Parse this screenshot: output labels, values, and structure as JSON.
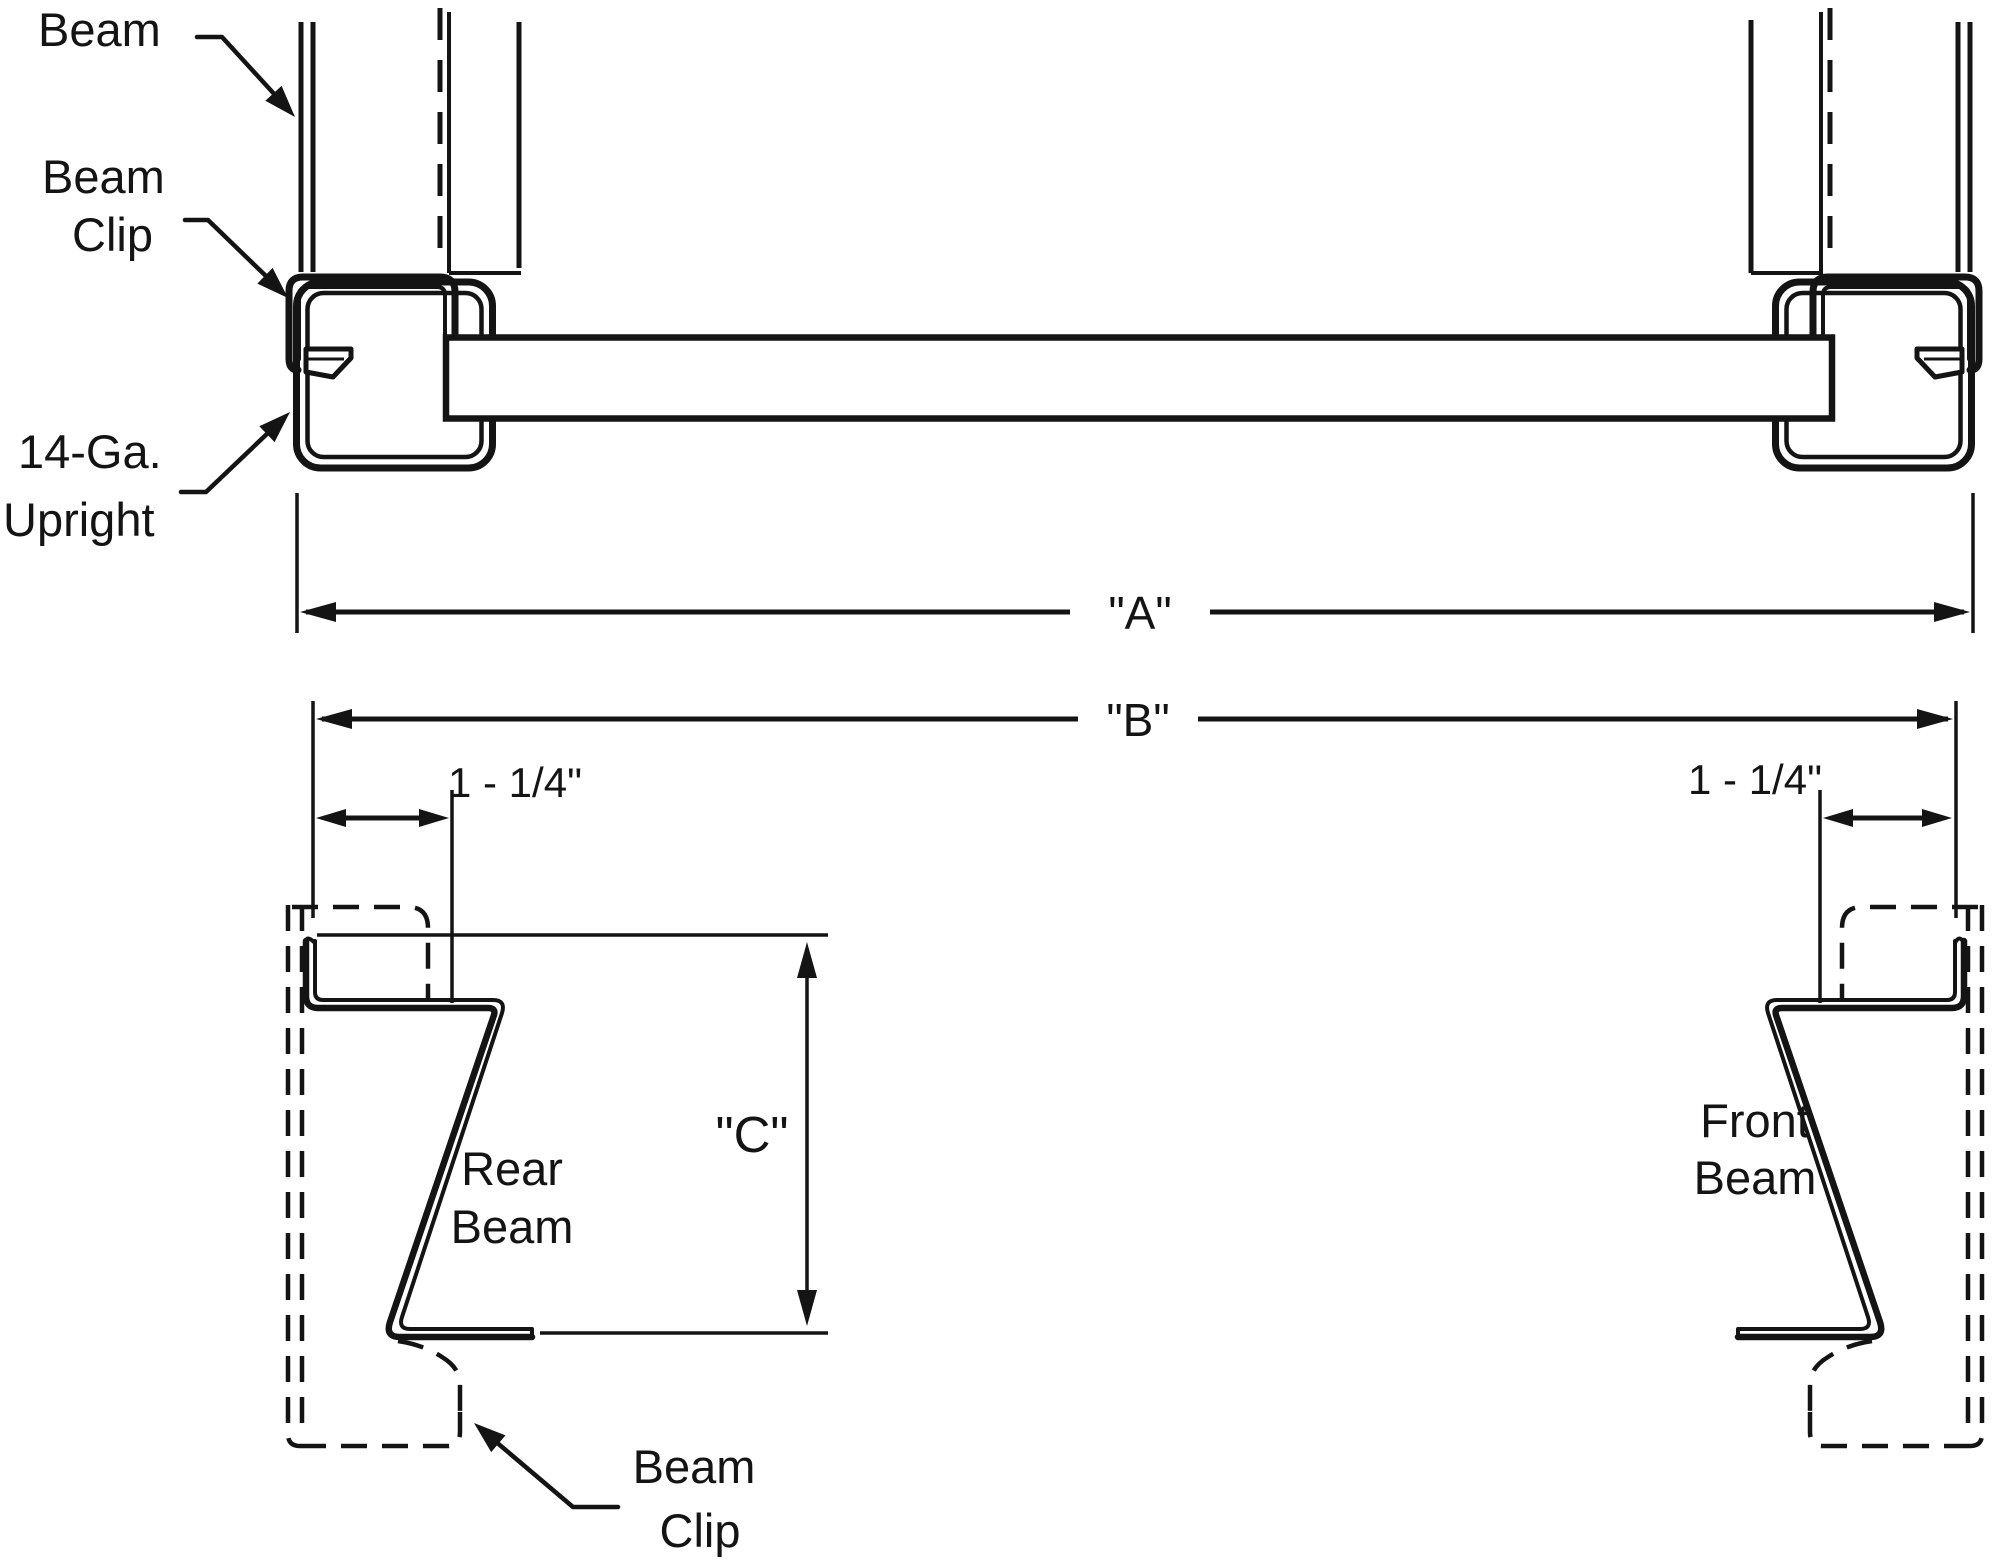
{
  "colors": {
    "ink": "#141414",
    "background": "#ffffff"
  },
  "callouts": {
    "beam": {
      "line1": "Beam"
    },
    "beam_clip": {
      "line1": "Beam",
      "line2": "Clip"
    },
    "upright": {
      "line1": "14-Ga.",
      "line2": "Upright"
    },
    "rear_beam": {
      "line1": "Rear",
      "line2": "Beam"
    },
    "front_beam": {
      "line1": "Front",
      "line2": "Beam"
    },
    "beam_clip_bottom": {
      "line1": "Beam",
      "line2": "Clip"
    }
  },
  "dimensions": {
    "a": "\"A\"",
    "b": "\"B\"",
    "c": "\"C\"",
    "left_offset": "1 - 1/4\"",
    "right_offset": "1 - 1/4\""
  }
}
